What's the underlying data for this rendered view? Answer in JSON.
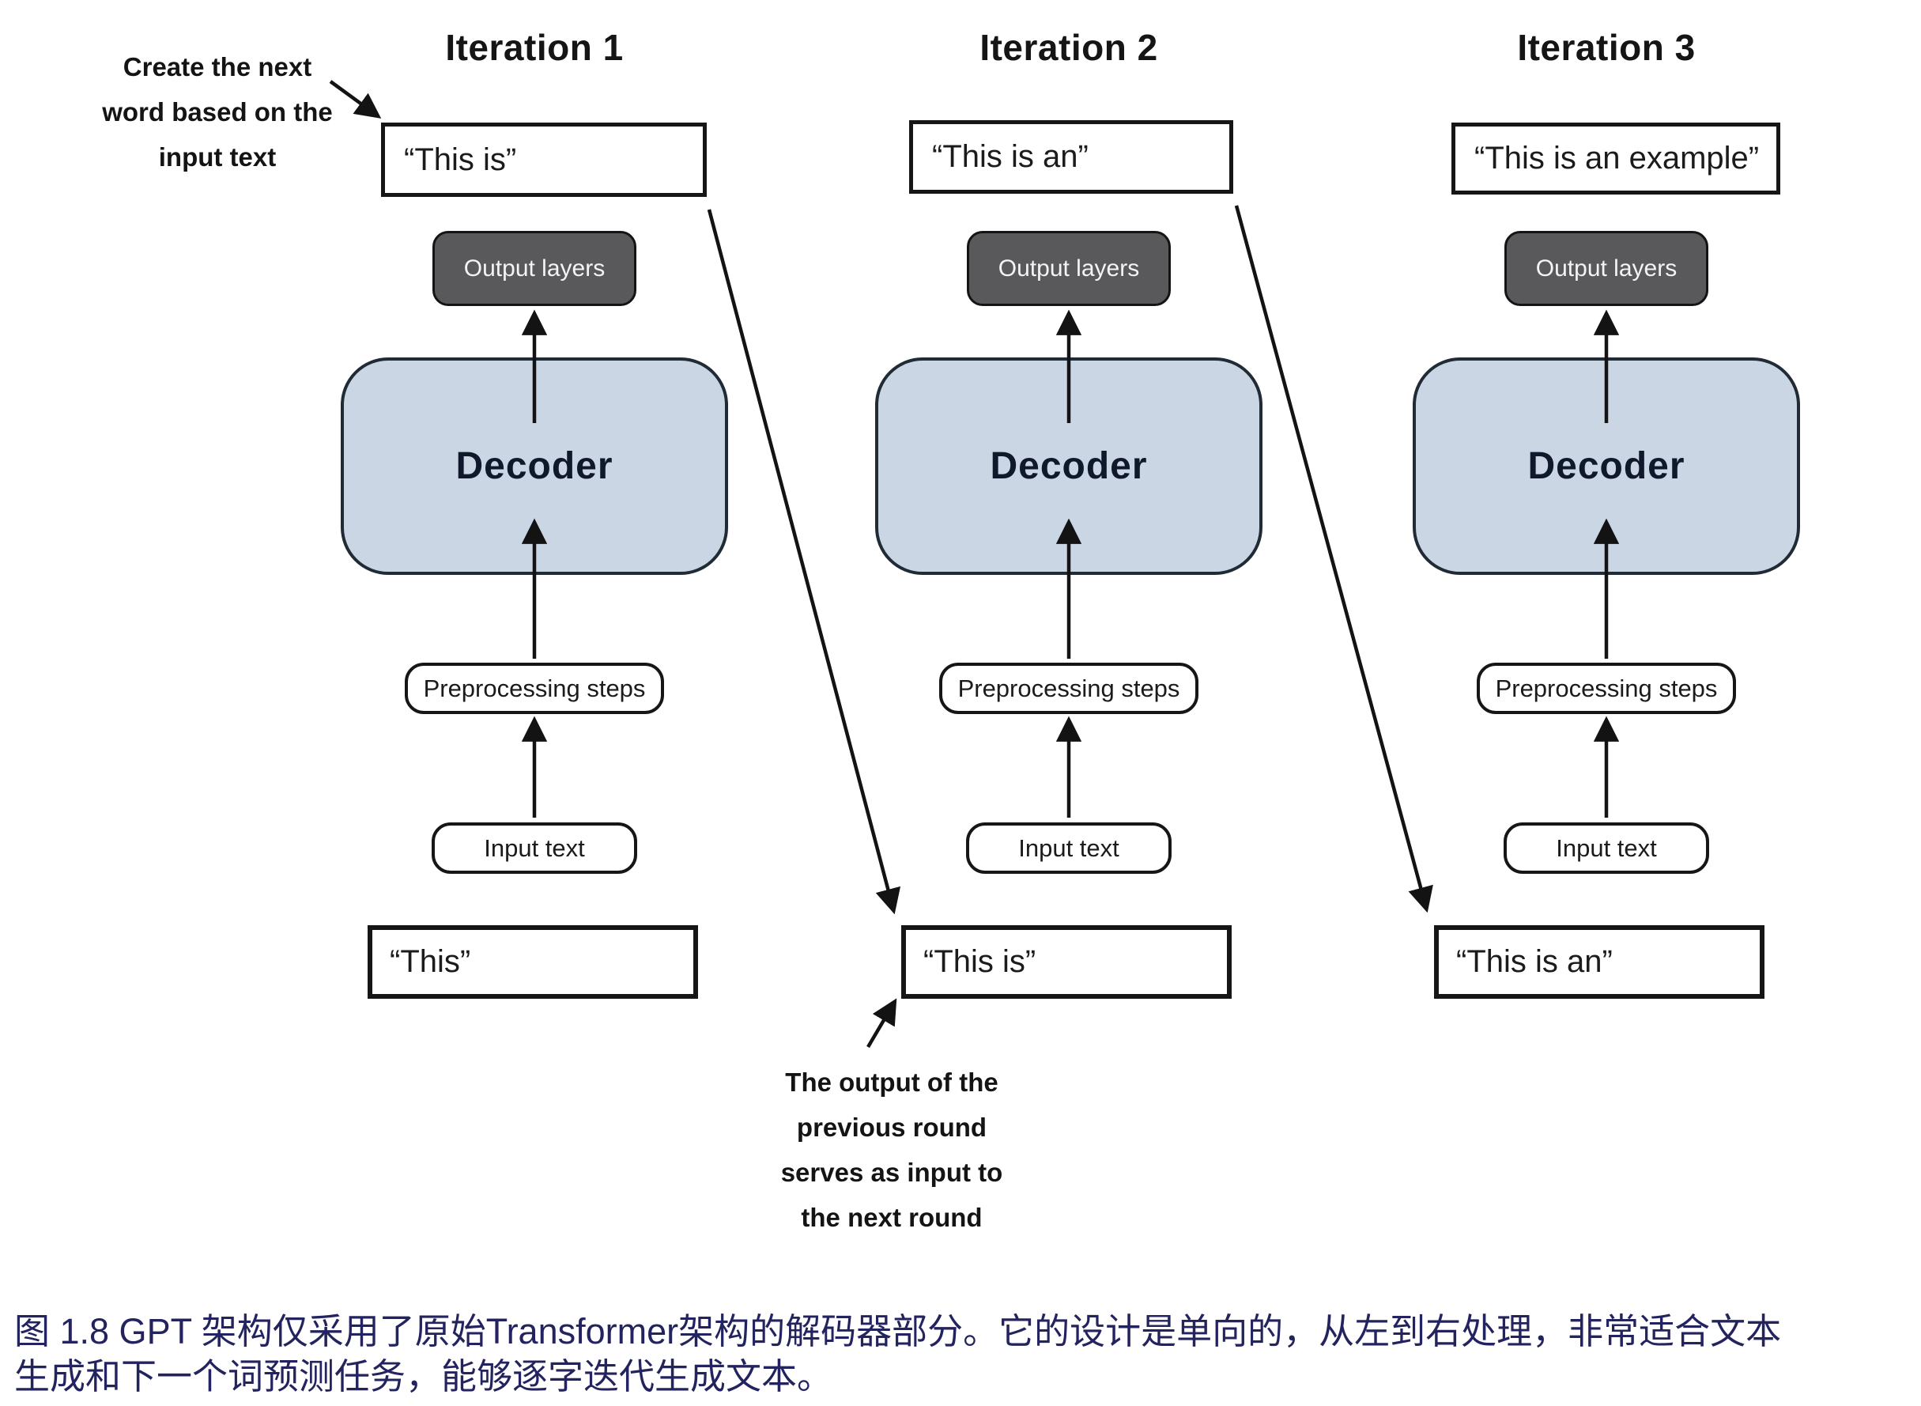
{
  "figure": {
    "iterations": [
      {
        "title": "Iteration 1",
        "output_quote": "“This is”",
        "output_layers": "Output layers",
        "decoder": "Decoder",
        "preprocessing": "Preprocessing steps",
        "input_label": "Input text",
        "input_quote": "“This”"
      },
      {
        "title": "Iteration 2",
        "output_quote": "“This is an”",
        "output_layers": "Output layers",
        "decoder": "Decoder",
        "preprocessing": "Preprocessing steps",
        "input_label": "Input text",
        "input_quote": "“This is”"
      },
      {
        "title": "Iteration 3",
        "output_quote": "“This is an example”",
        "output_layers": "Output layers",
        "decoder": "Decoder",
        "preprocessing": "Preprocessing steps",
        "input_label": "Input text",
        "input_quote": "“This is an”"
      }
    ],
    "annotations": {
      "create_next": {
        "line1": "Create the next",
        "line2": "word based on the",
        "line3": "input text"
      },
      "output_feedback": {
        "line1": "The output of the",
        "line2": "previous round",
        "line3": "serves as input to",
        "line4": "the next round"
      }
    }
  },
  "caption": {
    "line1": "图 1.8  GPT 架构仅采用了原始Transformer架构的解码器部分。它的设计是单向的，从左到右处理，非常适合文本",
    "line2": "生成和下一个词预测任务，能够逐字迭代生成文本。"
  },
  "colors": {
    "decoder-fill": "#cbd6e4",
    "decoder-border": "#202b36",
    "output-layers-fill": "#59595b",
    "output-layers-text": "#f4f4f4",
    "box-border": "#161616",
    "arrow": "#131313",
    "caption-text": "#23235f",
    "ink": "#111111"
  }
}
